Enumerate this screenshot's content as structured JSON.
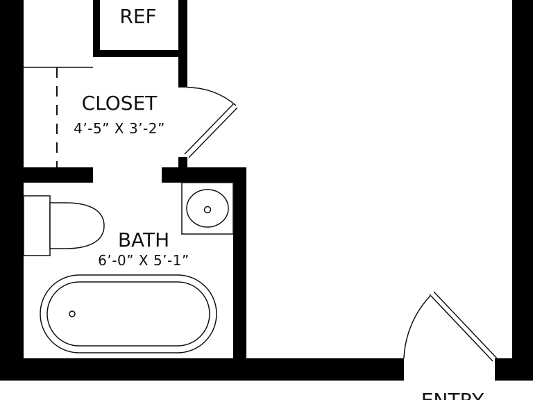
{
  "colors": {
    "wall": "#000000",
    "background": "#ffffff",
    "line": "#111111"
  },
  "labels": {
    "ref": "REF",
    "closet": {
      "name": "CLOSET",
      "dimensions": "4’-5” X 3’-2”"
    },
    "bath": {
      "name": "BATH",
      "dimensions": "6’-0” X 5’-1”"
    },
    "entry": "ENTRY"
  },
  "fixtures": [
    "toilet",
    "sink",
    "bathtub"
  ]
}
